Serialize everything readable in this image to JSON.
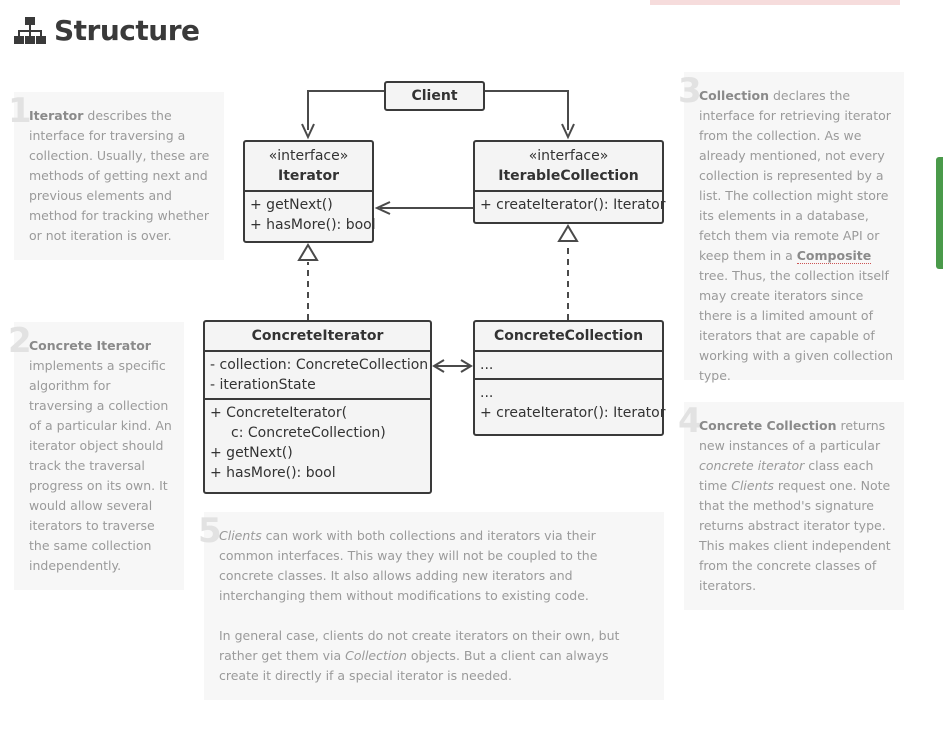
{
  "page_title": "Structure",
  "icons": {
    "title_icon": "hierarchy-icon"
  },
  "notes": [
    {
      "num": "1",
      "bold": "Iterator",
      "text": " describes the interface for traversing a collection. Usually, these are methods of getting next and previous elements and method for tracking whether or not iteration is over."
    },
    {
      "num": "2",
      "bold": "Concrete Iterator",
      "text": " implements a specific algorithm for traversing a collection of a particular kind. An iterator object should track the traversal progress on its own. It would allow several iterators to traverse the same collection independently."
    },
    {
      "num": "3",
      "bold": "Collection",
      "text_a": " declares the interface for retrieving iterator from the collection. As we already mentioned, not every collection is represented by a list. The collection might store its elements in a database, fetch them via remote API or keep them in a ",
      "link": "Composite",
      "text_b": " tree. Thus, the collection itself may create iterators since there is a limited amount of iterators that are capable of working with a given collection type."
    },
    {
      "num": "4",
      "bold": "Concrete Collection",
      "text_a": " returns new instances of a particular ",
      "italic_a": "concrete iterator",
      "text_b": " class each time ",
      "italic_b": "Clients",
      "text_c": " request one. Note that the method's signature returns abstract iterator type. This makes client independent from the concrete classes of iterators."
    },
    {
      "num": "5",
      "italic_a": "Clients",
      "text_a": " can work with both collections and iterators via their common interfaces. This way they will not be coupled to the concrete classes. It also allows adding new iterators and interchanging them without modifications to existing code.",
      "text_b": "In general case, clients do not create iterators on their own, but rather get them via ",
      "italic_b": "Collection",
      "text_c": " objects. But a client can always create it directly if a special iterator is needed."
    }
  ],
  "uml": {
    "client": {
      "name": "Client"
    },
    "iterator": {
      "stereotype": "«interface»",
      "name": "Iterator",
      "methods": [
        "+ getNext()",
        "+ hasMore(): bool"
      ]
    },
    "iterable": {
      "stereotype": "«interface»",
      "name": "IterableCollection",
      "methods": [
        "+ createIterator(): Iterator"
      ]
    },
    "concrete_iterator": {
      "name": "ConcreteIterator",
      "fields": [
        "- collection: ConcreteCollection",
        "- iterationState"
      ],
      "methods": [
        "+ ConcreteIterator(",
        "c: ConcreteCollection)",
        "+ getNext()",
        "+ hasMore(): bool"
      ]
    },
    "concrete_collection": {
      "name": "ConcreteCollection",
      "fields": [
        "..."
      ],
      "methods": [
        "...",
        "+ createIterator(): Iterator"
      ]
    }
  }
}
